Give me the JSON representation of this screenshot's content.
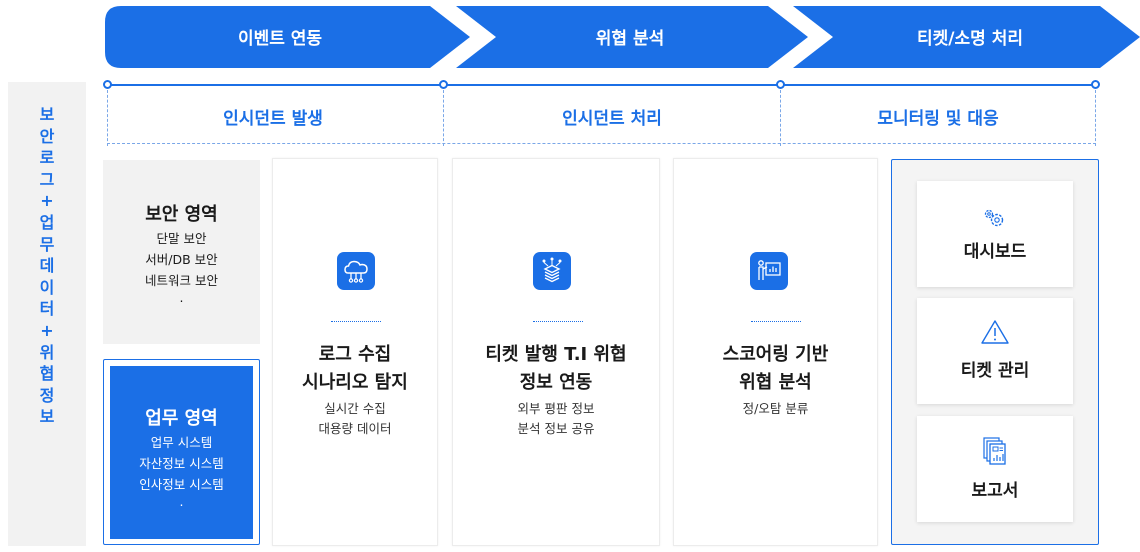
{
  "stages": [
    {
      "label": "이벤트 연동",
      "color": "#1b6fe6"
    },
    {
      "label": "위협 분석",
      "color": "#1b6fe6"
    },
    {
      "label": "티켓/소명 처리",
      "color": "#1b6fe6"
    }
  ],
  "side_label": "보\n안\n로\n그\n+\n업\n무\n데\n이\n터\n+\n위\n협\n정\n보",
  "phases": [
    {
      "label": "인시던트 발생"
    },
    {
      "label": "인시던트 처리"
    },
    {
      "label": "모니터링 및 대응"
    }
  ],
  "security_area": {
    "title": "보안 영역",
    "items": [
      "단말 보안",
      "서버/DB 보안",
      "네트워크 보안",
      "."
    ]
  },
  "business_area": {
    "title": "업무 영역",
    "items": [
      "업무 시스템",
      "자산정보 시스템",
      "인사정보 시스템",
      "."
    ]
  },
  "cards": [
    {
      "icon": "cloud-network-icon",
      "title": "로그 수집\n시나리오 탐지",
      "desc": "실시간 수집\n대용량 데이터"
    },
    {
      "icon": "layers-network-icon",
      "title": "티켓 발행 T.I 위협\n정보 연동",
      "desc": "외부 평판 정보\n분석 정보 공유"
    },
    {
      "icon": "presentation-chart-icon",
      "title": "스코어링 기반\n위협 분석",
      "desc": "정/오탐 분류"
    }
  ],
  "monitoring": [
    {
      "icon": "gears-icon",
      "label": "대시보드"
    },
    {
      "icon": "warning-triangle-icon",
      "label": "티켓 관리"
    },
    {
      "icon": "report-documents-icon",
      "label": "보고서"
    }
  ]
}
